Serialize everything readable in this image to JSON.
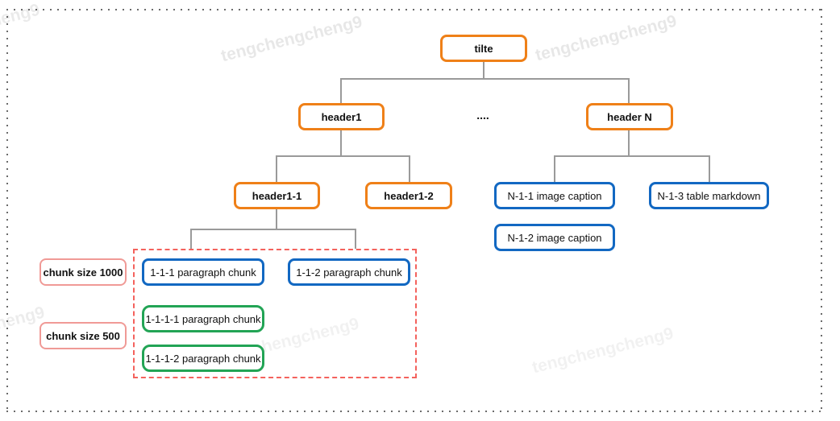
{
  "watermark_text": "tengchengcheng9",
  "tree": {
    "title": "tilte",
    "ellipsis": "....",
    "header1": "header1",
    "header_n": "header N",
    "header1_1": "header1-1",
    "header1_2": "header1-2",
    "n_1_1": "N-1-1 image caption",
    "n_1_2": "N-1-2 image caption",
    "n_1_3": "N-1-3 table markdown",
    "chunk_1_1_1": "1-1-1 paragraph chunk",
    "chunk_1_1_2": "1-1-2 paragraph chunk",
    "chunk_1_1_1_1": "1-1-1-1 paragraph chunk",
    "chunk_1_1_1_2": "1-1-1-2 paragraph chunk"
  },
  "legend": {
    "chunk_size_1000": "chunk size 1000",
    "chunk_size_500": "chunk size 500"
  },
  "colors": {
    "header_node_border": "#ef8018",
    "content_node_border": "#1268c2",
    "subchunk_node_border": "#22a455",
    "legend_border": "#f09a96",
    "chunk_region_border": "#f4625d",
    "connector": "#9a9a9a",
    "page_border_dots": "#6b6b6b",
    "watermark": "#e8e8e8"
  }
}
